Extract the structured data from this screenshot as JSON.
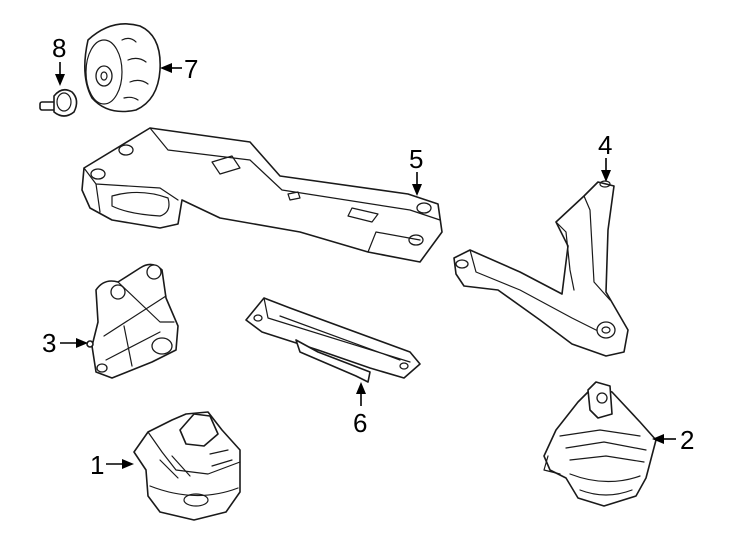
{
  "callouts": [
    {
      "id": "1",
      "text": "1"
    },
    {
      "id": "2",
      "text": "2"
    },
    {
      "id": "3",
      "text": "3"
    },
    {
      "id": "4",
      "text": "4"
    },
    {
      "id": "5",
      "text": "5"
    },
    {
      "id": "6",
      "text": "6"
    },
    {
      "id": "7",
      "text": "7"
    },
    {
      "id": "8",
      "text": "8"
    }
  ],
  "colors": {
    "line": "#1a1a1a",
    "background": "#ffffff"
  }
}
